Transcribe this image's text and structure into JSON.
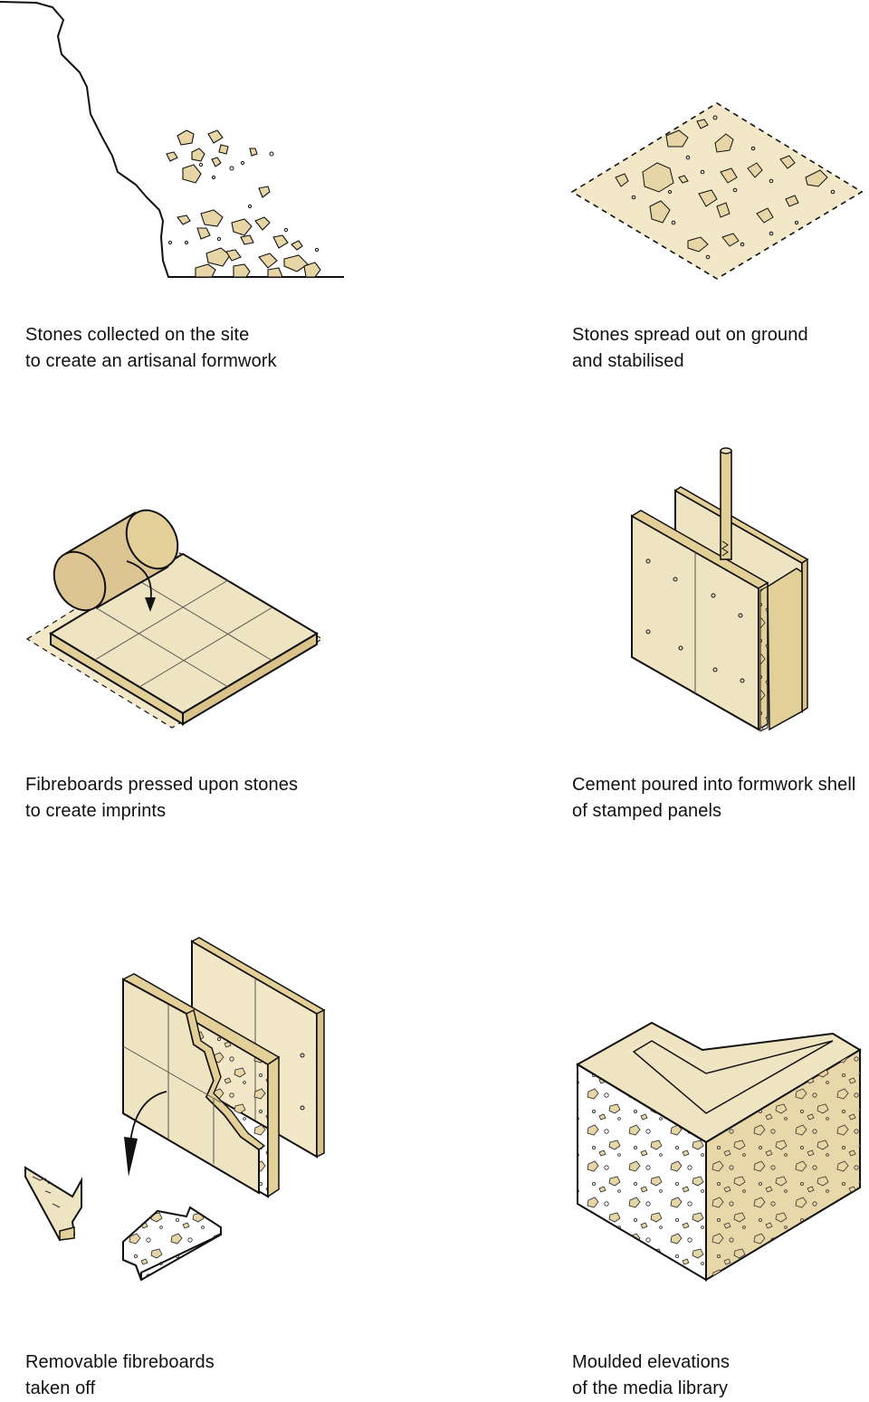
{
  "steps": [
    {
      "line1": "Stones collected on the site",
      "line2": "to create an artisanal formwork"
    },
    {
      "line1": "Stones spread out on ground",
      "line2": "and stabilised"
    },
    {
      "line1": "Fibreboards pressed upon stones",
      "line2": "to create imprints"
    },
    {
      "line1": "Cement poured into formwork shell",
      "line2": "of stamped panels"
    },
    {
      "line1": "Removable fibreboards",
      "line2": "taken off"
    },
    {
      "line1": "Moulded elevations",
      "line2": "of the media library"
    }
  ],
  "colors": {
    "stone": "#e7d5a6",
    "board_top": "#efe4c1",
    "board_side": "#e3cf98",
    "concrete": "#f1e6c6",
    "concrete_side": "#e8d7a8",
    "ink": "#111111"
  }
}
